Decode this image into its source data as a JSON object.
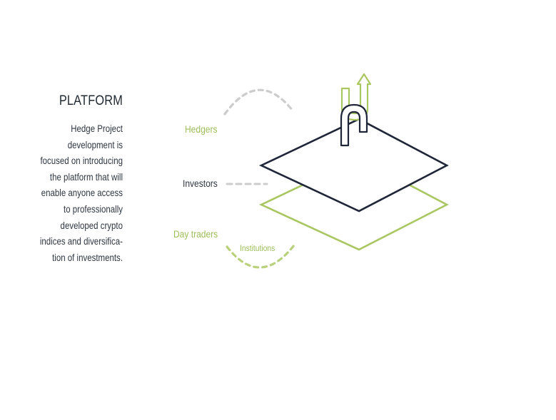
{
  "panel": {
    "title": "PLATFORM",
    "body_lines": [
      "Hedge Project",
      "development is",
      "focused on introducing",
      "the platform that will",
      "enable anyone access",
      "to professionally",
      "developed crypto",
      "indices and diversifica-",
      "tion of investments."
    ]
  },
  "diagram": {
    "labels": {
      "hedgers": "Hedgers",
      "investors": "Investors",
      "day_traders": "Day traders",
      "institutions": "Institutions"
    },
    "colors": {
      "dark": "#1f2638",
      "green": "#a9c760",
      "green_text": "#9dbd5a",
      "gray_dash": "#cccccc",
      "text_dark": "#2f3742"
    }
  }
}
